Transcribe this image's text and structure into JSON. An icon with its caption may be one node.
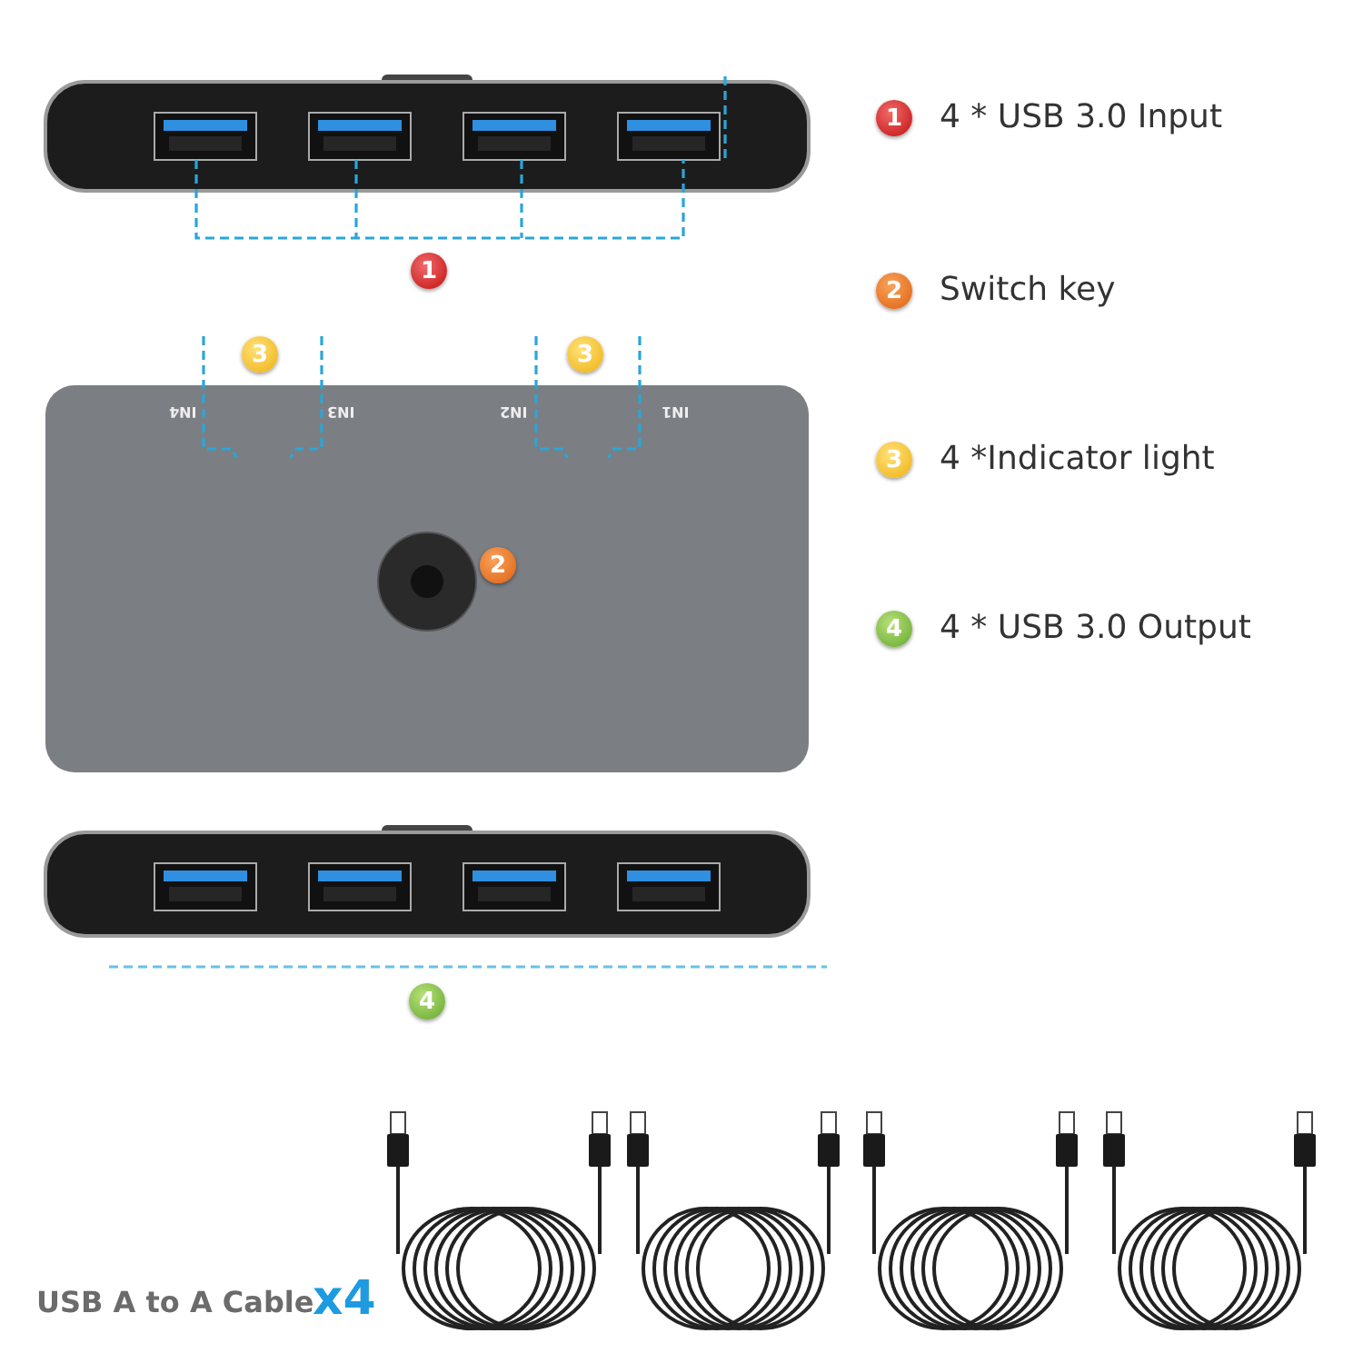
{
  "diagram": {
    "labels": [
      "1",
      "4 * USB 3.0 Input",
      "1",
      "2",
      "Switch key",
      "3",
      "3",
      "IN4",
      "IN3",
      "IN2",
      "IN1",
      "3",
      "4 *Indicator light",
      "2",
      "4",
      "4 * USB 3.0 Output",
      "4",
      "USB A to A Cable",
      "x4"
    ]
  }
}
